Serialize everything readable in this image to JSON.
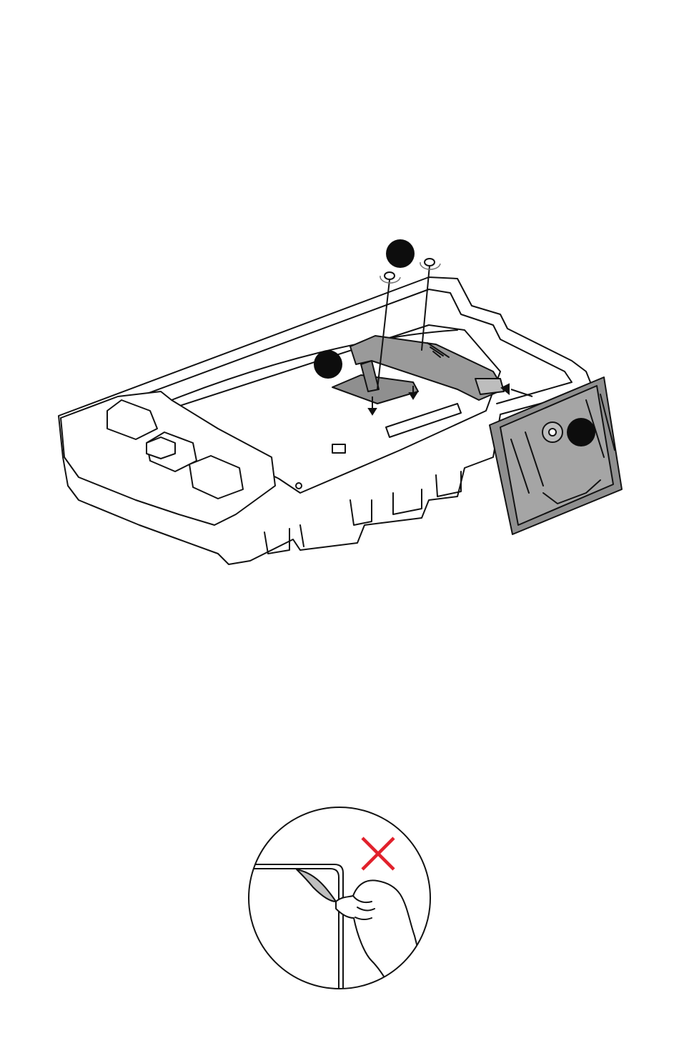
{
  "figures": {
    "assembly": {
      "steps": [
        {
          "marker": "step-1-marker",
          "action": "attach-arm-to-monitor-back"
        },
        {
          "marker": "step-2-marker",
          "action": "tighten-screws"
        },
        {
          "marker": "step-3-marker",
          "action": "slide-base-into-arm"
        }
      ],
      "colors": {
        "line": "#111111",
        "arm_fill": "#9a9a9a",
        "base_fill": "#8f8f8f",
        "marker_fill": "#0d0d0d",
        "rotation_arrow": "#6f6f6f"
      }
    },
    "warning": {
      "meaning": "do-not-peel-protective-film",
      "colors": {
        "cross": "#e1202b",
        "film": "#bfbfbf",
        "line": "#111111"
      }
    }
  }
}
